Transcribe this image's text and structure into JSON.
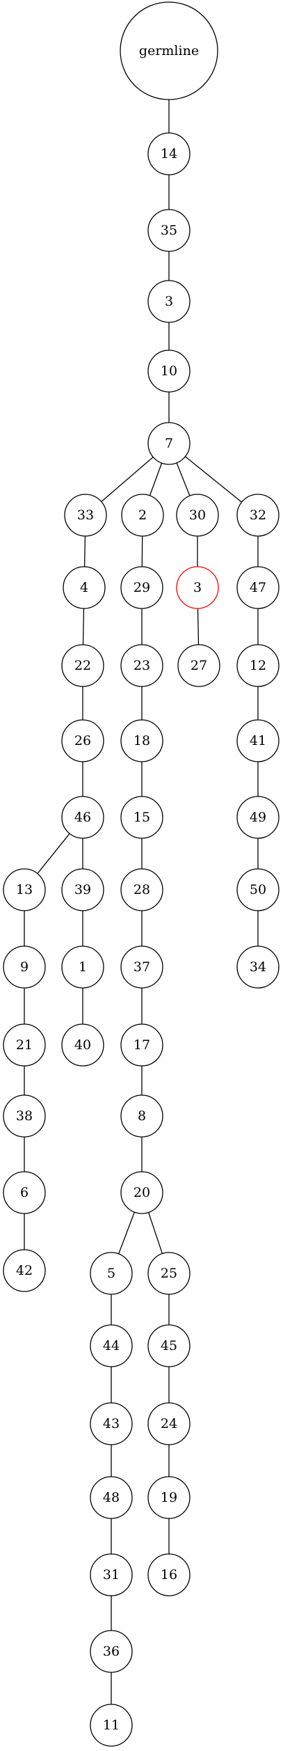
{
  "tree": {
    "default_stroke": "#000000",
    "highlight_stroke": "#ff0000",
    "nodes": [
      {
        "id": "germline",
        "label": "germline",
        "root": true
      },
      {
        "id": "n14",
        "label": "14"
      },
      {
        "id": "n35",
        "label": "35"
      },
      {
        "id": "n3a",
        "label": "3"
      },
      {
        "id": "n10",
        "label": "10"
      },
      {
        "id": "n7",
        "label": "7"
      },
      {
        "id": "n33",
        "label": "33"
      },
      {
        "id": "n2",
        "label": "2"
      },
      {
        "id": "n30",
        "label": "30"
      },
      {
        "id": "n32",
        "label": "32"
      },
      {
        "id": "n4",
        "label": "4"
      },
      {
        "id": "n29",
        "label": "29"
      },
      {
        "id": "n3b",
        "label": "3",
        "highlight": true
      },
      {
        "id": "n47",
        "label": "47"
      },
      {
        "id": "n22",
        "label": "22"
      },
      {
        "id": "n23",
        "label": "23"
      },
      {
        "id": "n27",
        "label": "27"
      },
      {
        "id": "n12",
        "label": "12"
      },
      {
        "id": "n26",
        "label": "26"
      },
      {
        "id": "n18",
        "label": "18"
      },
      {
        "id": "n41",
        "label": "41"
      },
      {
        "id": "n46",
        "label": "46"
      },
      {
        "id": "n15",
        "label": "15"
      },
      {
        "id": "n49",
        "label": "49"
      },
      {
        "id": "n13",
        "label": "13"
      },
      {
        "id": "n39",
        "label": "39"
      },
      {
        "id": "n28",
        "label": "28"
      },
      {
        "id": "n50",
        "label": "50"
      },
      {
        "id": "n9",
        "label": "9"
      },
      {
        "id": "n1",
        "label": "1"
      },
      {
        "id": "n37",
        "label": "37"
      },
      {
        "id": "n34",
        "label": "34"
      },
      {
        "id": "n21",
        "label": "21"
      },
      {
        "id": "n40",
        "label": "40"
      },
      {
        "id": "n17",
        "label": "17"
      },
      {
        "id": "n38",
        "label": "38"
      },
      {
        "id": "n8",
        "label": "8"
      },
      {
        "id": "n6",
        "label": "6"
      },
      {
        "id": "n20",
        "label": "20"
      },
      {
        "id": "n42",
        "label": "42"
      },
      {
        "id": "n5",
        "label": "5"
      },
      {
        "id": "n25",
        "label": "25"
      },
      {
        "id": "n44",
        "label": "44"
      },
      {
        "id": "n45",
        "label": "45"
      },
      {
        "id": "n43",
        "label": "43"
      },
      {
        "id": "n24",
        "label": "24"
      },
      {
        "id": "n48",
        "label": "48"
      },
      {
        "id": "n19",
        "label": "19"
      },
      {
        "id": "n31",
        "label": "31"
      },
      {
        "id": "n16",
        "label": "16"
      },
      {
        "id": "n36",
        "label": "36"
      },
      {
        "id": "n11",
        "label": "11"
      }
    ],
    "edges": [
      [
        "germline",
        "n14"
      ],
      [
        "n14",
        "n35"
      ],
      [
        "n35",
        "n3a"
      ],
      [
        "n3a",
        "n10"
      ],
      [
        "n10",
        "n7"
      ],
      [
        "n7",
        "n33"
      ],
      [
        "n7",
        "n2"
      ],
      [
        "n7",
        "n30"
      ],
      [
        "n7",
        "n32"
      ],
      [
        "n33",
        "n4"
      ],
      [
        "n2",
        "n29"
      ],
      [
        "n30",
        "n3b"
      ],
      [
        "n32",
        "n47"
      ],
      [
        "n4",
        "n22"
      ],
      [
        "n29",
        "n23"
      ],
      [
        "n3b",
        "n27"
      ],
      [
        "n47",
        "n12"
      ],
      [
        "n22",
        "n26"
      ],
      [
        "n23",
        "n18"
      ],
      [
        "n12",
        "n41"
      ],
      [
        "n26",
        "n46"
      ],
      [
        "n18",
        "n15"
      ],
      [
        "n41",
        "n49"
      ],
      [
        "n46",
        "n13"
      ],
      [
        "n46",
        "n39"
      ],
      [
        "n15",
        "n28"
      ],
      [
        "n49",
        "n50"
      ],
      [
        "n13",
        "n9"
      ],
      [
        "n39",
        "n1"
      ],
      [
        "n28",
        "n37"
      ],
      [
        "n50",
        "n34"
      ],
      [
        "n9",
        "n21"
      ],
      [
        "n1",
        "n40"
      ],
      [
        "n37",
        "n17"
      ],
      [
        "n21",
        "n38"
      ],
      [
        "n17",
        "n8"
      ],
      [
        "n38",
        "n6"
      ],
      [
        "n8",
        "n20"
      ],
      [
        "n6",
        "n42"
      ],
      [
        "n20",
        "n5"
      ],
      [
        "n20",
        "n25"
      ],
      [
        "n5",
        "n44"
      ],
      [
        "n25",
        "n45"
      ],
      [
        "n44",
        "n43"
      ],
      [
        "n45",
        "n24"
      ],
      [
        "n43",
        "n48"
      ],
      [
        "n24",
        "n19"
      ],
      [
        "n48",
        "n31"
      ],
      [
        "n19",
        "n16"
      ],
      [
        "n31",
        "n36"
      ],
      [
        "n36",
        "n11"
      ]
    ]
  }
}
